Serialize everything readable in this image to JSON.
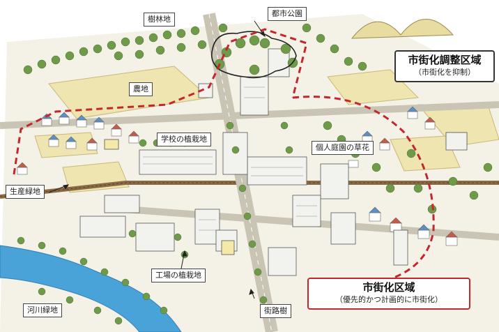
{
  "labels": {
    "forest": "樹林地",
    "urban_park": "都市公園",
    "farmland": "農地",
    "school_greening": "学校の植栽地",
    "home_garden": "個人庭園の草花",
    "productive_green": "生産緑地",
    "factory_greening": "工場の植栽地",
    "river_green": "河川緑地",
    "street_trees": "街路樹"
  },
  "adjustment_area": {
    "title": "市街化調整区域",
    "subtitle": "（市街化を抑制）"
  },
  "urbanization_area": {
    "title": "市街化区域",
    "subtitle": "（優先的かつ計画的に市街化）"
  },
  "colors": {
    "boundary": "#c4262e",
    "tree": "#6e9a4a",
    "river": "#4aa3d8",
    "field": "#efe5b0"
  }
}
